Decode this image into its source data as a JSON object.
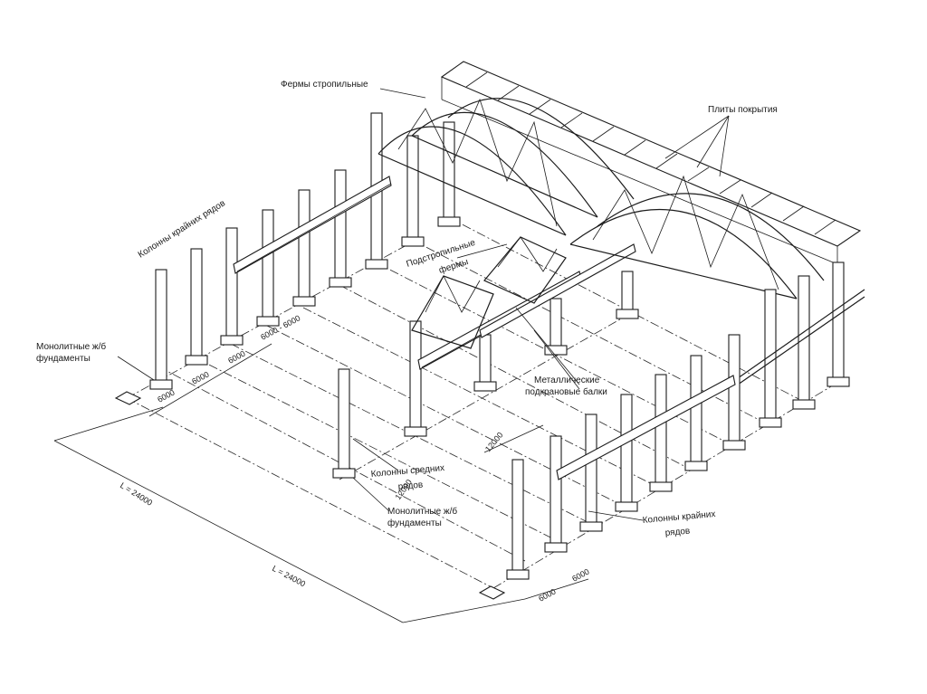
{
  "labels": {
    "roof_trusses": "Фермы   стропильные",
    "roof_slabs": "Плиты покрытия",
    "sub_trusses_line1": "Подстропильные",
    "sub_trusses_line2": "фермы",
    "outer_columns_left": "Колонны крайних рядов",
    "monolithic_left_line1": "Монолитные ж/б",
    "monolithic_left_line2": "фундаменты",
    "crane_beams_line1": "Металлические",
    "crane_beams_line2": "подкрановые балки",
    "middle_columns_line1": "Колонны средних",
    "middle_columns_line2": "рядов",
    "monolithic_mid_line1": "Монолитные ж/б",
    "monolithic_mid_line2": "фундаменты",
    "outer_columns_right_line1": "Колонны крайних",
    "outer_columns_right_line2": "рядов"
  },
  "dimensions": {
    "left_a": "6000",
    "left_b": "6000",
    "left_c": "6000",
    "left_d": "6000 - 6000",
    "mid_span_a": "12000",
    "mid_span_b": "12000",
    "span_l1": "L = 24000",
    "span_l2": "L = 24000",
    "bottom_a": "6000",
    "bottom_b": "6000"
  },
  "colors": {
    "ink": "#1c1c1c",
    "paper": "#ffffff"
  }
}
